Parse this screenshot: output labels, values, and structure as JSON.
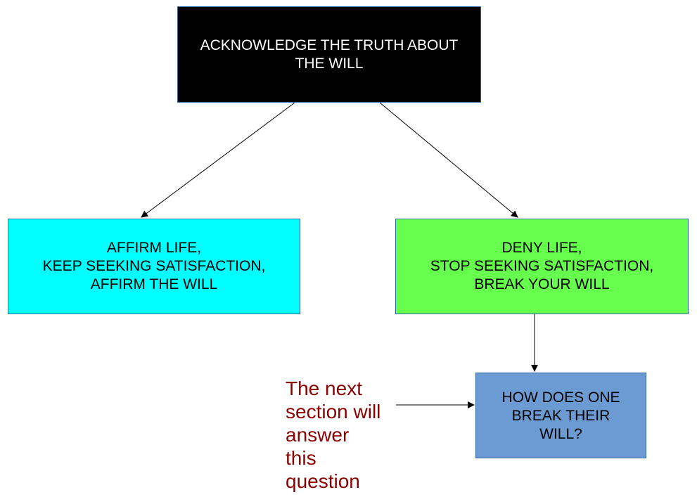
{
  "diagram": {
    "colors": {
      "root_fill": "#000000",
      "affirm_fill": "#00ffff",
      "deny_fill": "#66ff4d",
      "question_fill": "#6b9bd2",
      "note_text": "#8b0000",
      "border": "#3465a4",
      "arrow": "#000000"
    },
    "nodes": {
      "root": {
        "text": "ACKNOWLEDGE THE TRUTH ABOUT\nTHE WILL"
      },
      "affirm": {
        "text": "AFFIRM LIFE,\nKEEP SEEKING SATISFACTION,\nAFFIRM THE WILL"
      },
      "deny": {
        "text": "DENY LIFE,\nSTOP SEEKING SATISFACTION,\nBREAK YOUR WILL"
      },
      "question": {
        "text": "HOW DOES ONE\nBREAK THEIR\nWILL?"
      }
    },
    "note": {
      "text": "The next\nsection will\nanswer\nthis\nquestion"
    },
    "edges": [
      {
        "from": "root",
        "to": "affirm"
      },
      {
        "from": "root",
        "to": "deny"
      },
      {
        "from": "deny",
        "to": "question"
      },
      {
        "from": "note",
        "to": "question"
      }
    ]
  }
}
